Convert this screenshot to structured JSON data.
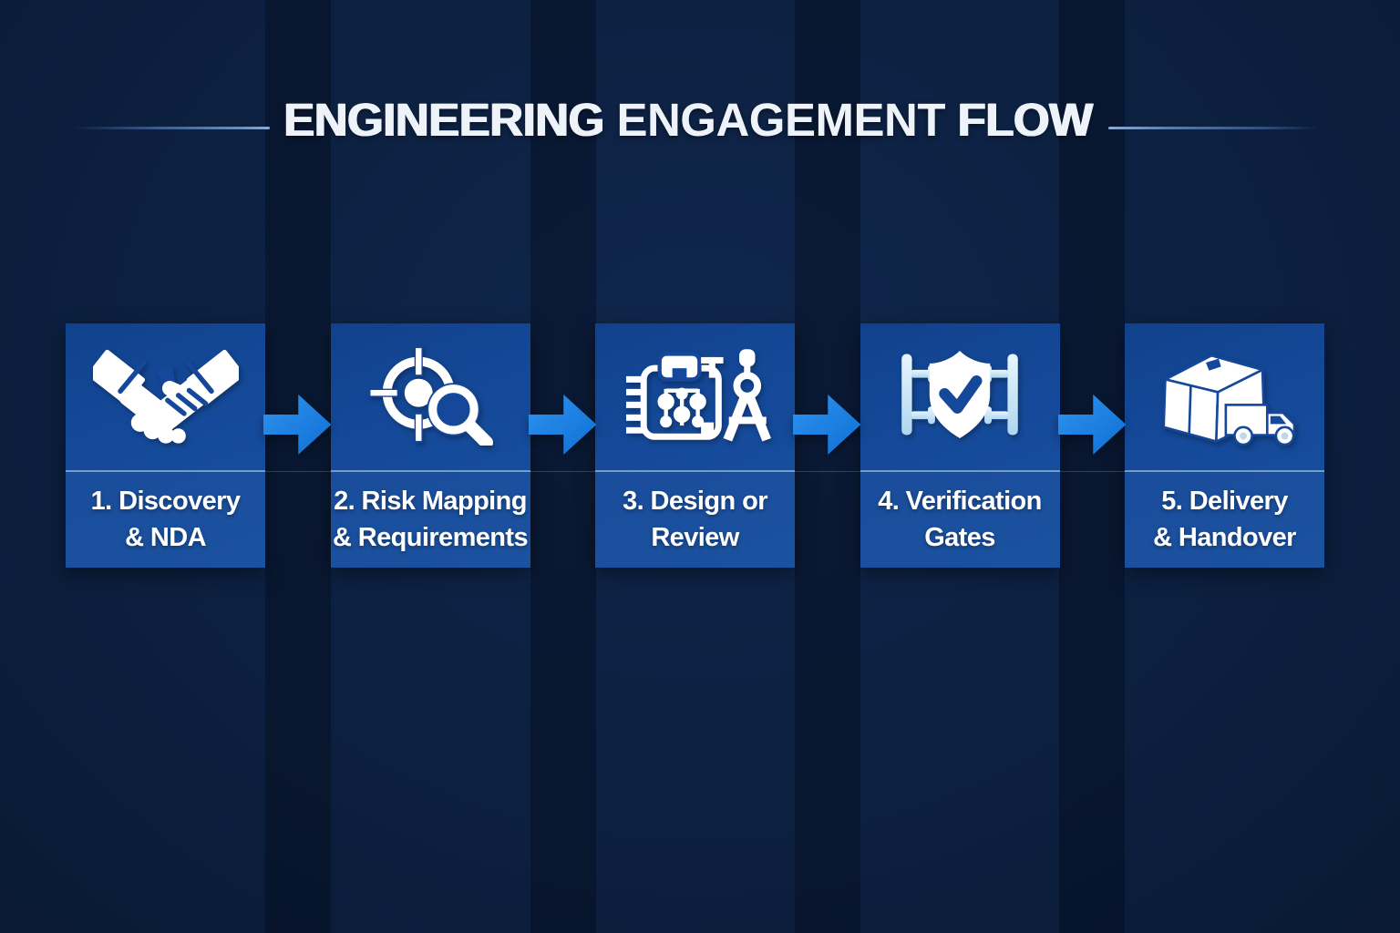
{
  "title": {
    "words": [
      {
        "text": "ENGINEERING"
      },
      {
        "text": "ENGAGEMENT"
      },
      {
        "text": "FLOW"
      }
    ]
  },
  "colors": {
    "background_navy": "#0c2040",
    "card_blue": "#154a9a",
    "arrow_blue": "#1b80e0",
    "icon_white": "#ffffff",
    "gate_post_light_blue": "#cbe6f8",
    "divider_line": "#c3daf5",
    "title_text": "#eef3fa"
  },
  "steps": [
    {
      "icon": "handshake-icon",
      "line1": "1. Discovery",
      "line2": "& NDA"
    },
    {
      "icon": "risk-target-magnifier-icon",
      "line1": "2. Risk Mapping",
      "line2": "& Requirements"
    },
    {
      "icon": "circuit-compass-icon",
      "line1": "3. Design or",
      "line2": "Review"
    },
    {
      "icon": "shield-check-gates-icon",
      "line1": "4. Verification",
      "line2": "Gates"
    },
    {
      "icon": "package-truck-icon",
      "line1": "5. Delivery",
      "line2": "& Handover"
    }
  ]
}
